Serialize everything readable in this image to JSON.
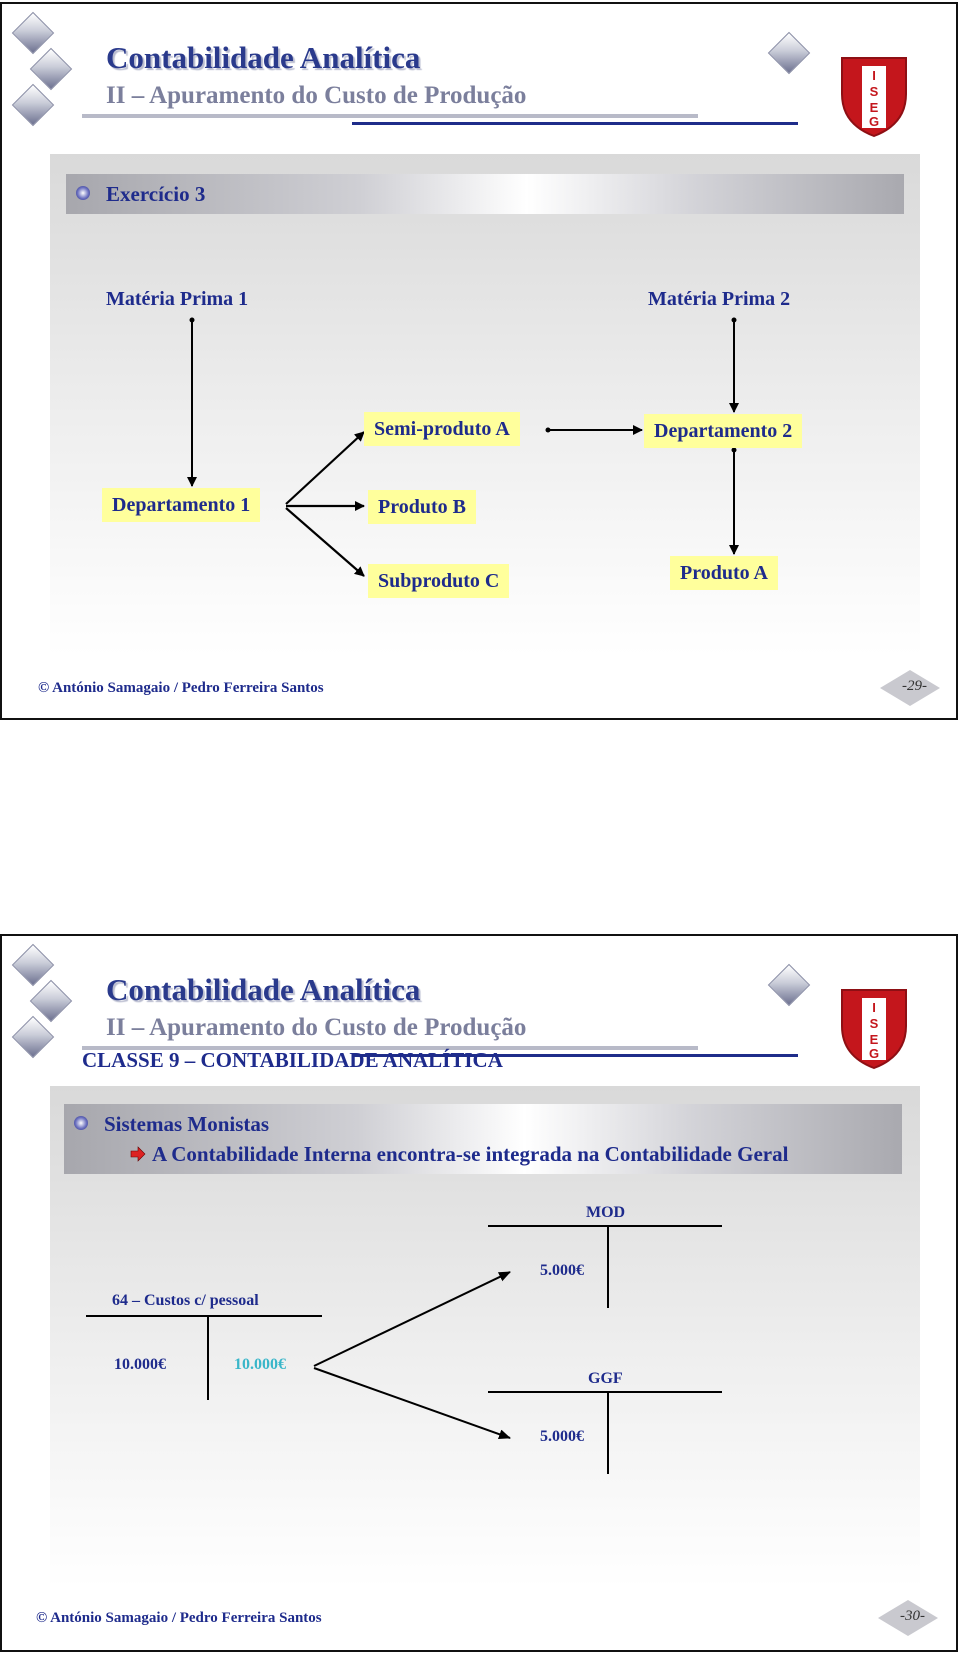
{
  "slide1": {
    "title": "Contabilidade Analítica",
    "subtitle": "II – Apuramento do Custo de Produção",
    "logo_text": "ISEG",
    "section": "Exercício 3",
    "nodes": {
      "mp1": "Matéria Prima 1",
      "mp2": "Matéria Prima 2",
      "semi_a": "Semi-produto A",
      "dep2": "Departamento 2",
      "dep1": "Departamento 1",
      "prod_b": "Produto B",
      "sub_c": "Subproduto C",
      "prod_a": "Produto A"
    },
    "footer": "© António Samagaio / Pedro Ferreira Santos",
    "page": "-29-"
  },
  "slide2": {
    "title": "Contabilidade Analítica",
    "subtitle": "II – Apuramento do Custo de Produção",
    "logo_text": "ISEG",
    "classe": "CLASSE 9 – CONTABILIDADE ANALÍTICA",
    "bullet": "Sistemas Monistas",
    "sub_bullet": "A Contabilidade Interna encontra-se integrada na Contabilidade Geral",
    "accounts": {
      "custos_label": "64 – Custos c/ pessoal",
      "custos_debit": "10.000€",
      "custos_credit": "10.000€",
      "mod_label": "MOD",
      "mod_debit": "5.000€",
      "ggf_label": "GGF",
      "ggf_debit": "5.000€"
    },
    "footer": "© António Samagaio / Pedro Ferreira Santos",
    "page": "-30-"
  },
  "colors": {
    "title_blue": "#2a3a8c",
    "box_yellow": "#ffff9c",
    "iseg_red": "#c4161c",
    "credit_cyan": "#39b6c9"
  }
}
